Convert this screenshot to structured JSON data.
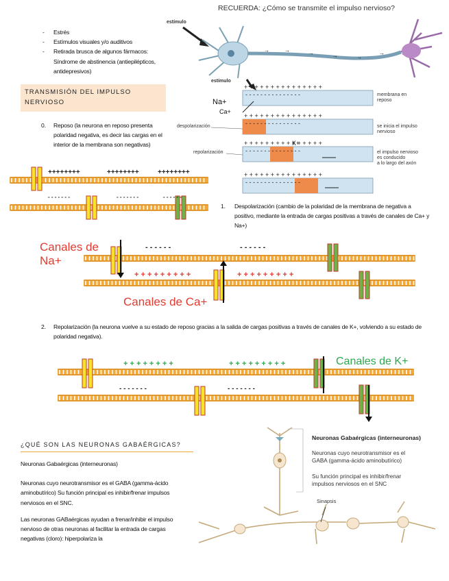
{
  "intro_list": [
    "Estrés",
    "Estímulos visuales y/o auditivos",
    "Retirada brusca de algunos fármacos: Síndrome de abstinencia (antiepilépticos, antidepresivos)"
  ],
  "section1": {
    "title": "TRANSMISIÓN DEL IMPULSO NERVIOSO"
  },
  "step0": {
    "num": "0.",
    "text": "Reposo (la neurona en reposo presenta polaridad negativa, es decir las cargas en el interior de la membrana son negativas)"
  },
  "step1": {
    "num": "1.",
    "text": "Despolarización (cambio de la polaridad de la membrana de negativa a positivo, mediante la entrada de cargas positivas a través de canales de Ca+ y Na+)"
  },
  "step2": {
    "num": "2.",
    "text": "Repolarización (la neurona vuelve a su estado de reposo gracias a la salida de cargas positivas a través de canales de K+, volviendo a su estado de polaridad negativa)."
  },
  "recuerda": {
    "title": "RECUERDA: ¿Cómo se transmite el impulso nervioso?",
    "stimulus_1": "estímulo",
    "stimulus_2": "estímulo",
    "ion_na": "Na+",
    "ion_ca": "Ca+",
    "ion_k": "K+",
    "label_depol": "despolarización",
    "label_repol": "repolarización",
    "right_1": "membrana en reposo",
    "right_2": "se inicia el impulso nervioso",
    "right_3": "el impulso nervioso es conducido a lo largo del axón"
  },
  "diagram_depol": {
    "na_label_1": "Canales de",
    "na_label_2": "Na+",
    "ca_label": "Canales de Ca+"
  },
  "diagram_repol": {
    "k_label": "Canales de K+"
  },
  "section2": {
    "title": "¿QUÉ SON LAS NEURONAS GABAÉRGICAS?"
  },
  "gaba": {
    "p1": "Neuronas Gabaérgicas (interneuronas)",
    "p2": "Neuronas cuyo neurotransmisor es el GABA (gamma-ácido aminobutírico) Su función principal es inhibir/frenar impulsos nerviosos en el SNC.",
    "p3": "Las neuronas GABaérgicas ayudan a frenar/inhibir el impulso nervioso de otras neuronas al facilitar la entrada de cargas negativas (cloro): hiperpolariza la"
  },
  "gaba_fig": {
    "title": "Neuronas Gabaérgicas (interneuronas)",
    "desc1": "Neuronas cuyo neurotransmisor es el GABA (gamma-ácido aminobutírico)",
    "desc2": "Su función principal es inhibir/frenar impulsos nerviosos en el SNC",
    "synapse": "Sinapsis"
  },
  "colors": {
    "highlight": "#fbe5cf",
    "red": "#e03c31",
    "green": "#2fa84f",
    "membrane": "#f2a93b",
    "channel_yellow": "#f7e32c",
    "channel_green": "#6fb24a"
  }
}
